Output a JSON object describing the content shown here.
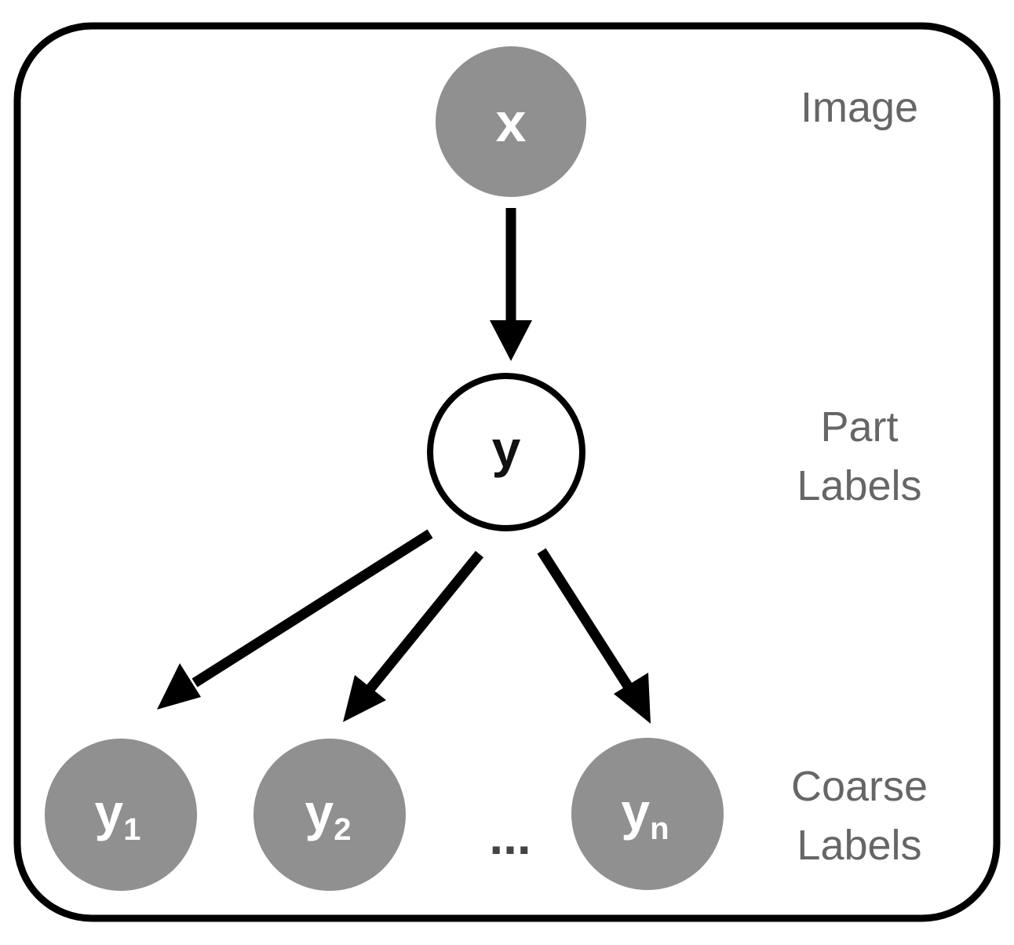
{
  "nodes": {
    "x": {
      "label": "x"
    },
    "y": {
      "label": "y"
    },
    "y1": {
      "label": "y",
      "sub": "1"
    },
    "y2": {
      "label": "y",
      "sub": "2"
    },
    "yn": {
      "label": "y",
      "sub": "n"
    }
  },
  "ellipsis": "...",
  "side_labels": {
    "image": "Image",
    "part_line1": "Part",
    "part_line2": "Labels",
    "coarse_line1": "Coarse",
    "coarse_line2": "Labels"
  },
  "colors": {
    "observed_fill": "#909090",
    "latent_fill": "#ffffff",
    "stroke": "#000000",
    "label_gray": "#666666"
  }
}
